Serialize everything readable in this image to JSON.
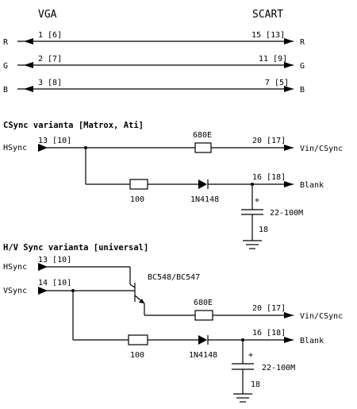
{
  "headers": {
    "left": "VGA",
    "right": "SCART"
  },
  "signals": [
    {
      "name": "R",
      "vga": "1 [6]",
      "scart": "15 [13]"
    },
    {
      "name": "G",
      "vga": "2 [7]",
      "scart": "11 [9]"
    },
    {
      "name": "B",
      "vga": "3 [8]",
      "scart": "7 [5]"
    }
  ],
  "csync": {
    "title": "CSync varianta [Matrox, Ati]",
    "hsync_label": "HSync",
    "hsync_pin": "13 [10]",
    "resistor_top": "680E",
    "out_pin": "20 [17]",
    "out_label": "Vin/CSync",
    "resistor_bottom": "100",
    "diode": "1N4148",
    "blank_pin": "16 [18]",
    "blank_label": "Blank",
    "cap_plus": "+",
    "cap_value": "22-100M",
    "gnd_pin": "18"
  },
  "hv": {
    "title": "H/V Sync varianta [universal]",
    "hsync_label": "HSync",
    "hsync_pin": "13 [10]",
    "vsync_label": "VSync",
    "vsync_pin": "14 [10]",
    "transistor": "BC548/BC547",
    "resistor_top": "680E",
    "out_pin": "20 [17]",
    "out_label": "Vin/CSync",
    "resistor_bottom": "100",
    "diode": "1N4148",
    "blank_pin": "16 [18]",
    "blank_label": "Blank",
    "cap_plus": "+",
    "cap_value": "22-100M",
    "gnd_pin": "18"
  }
}
